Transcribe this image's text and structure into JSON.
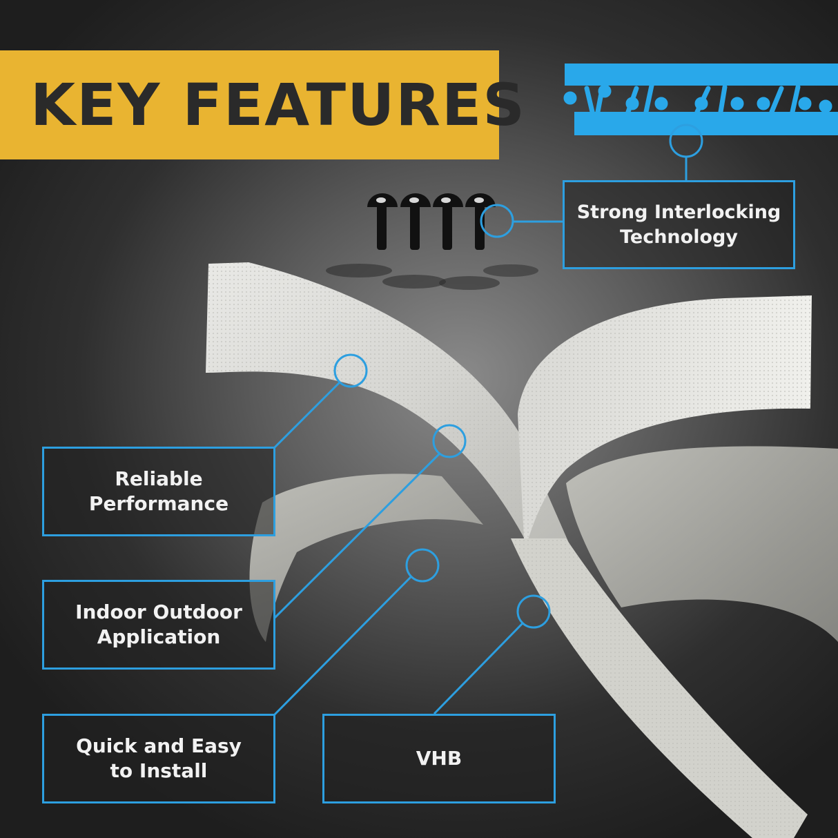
{
  "banner": {
    "title": "KEY FEATURES"
  },
  "callouts": {
    "interlocking": "Strong Interlocking\nTechnology",
    "reliable": "Reliable\nPerformance",
    "indoor_outdoor": "Indoor Outdoor\nApplication",
    "quick_install": "Quick and Easy\nto Install",
    "vhb": "VHB"
  },
  "colors": {
    "banner": "#e9b431",
    "accent": "#2d9fe0",
    "hook_diagram": "#29a8ea",
    "title_text": "#2a2a2a"
  }
}
